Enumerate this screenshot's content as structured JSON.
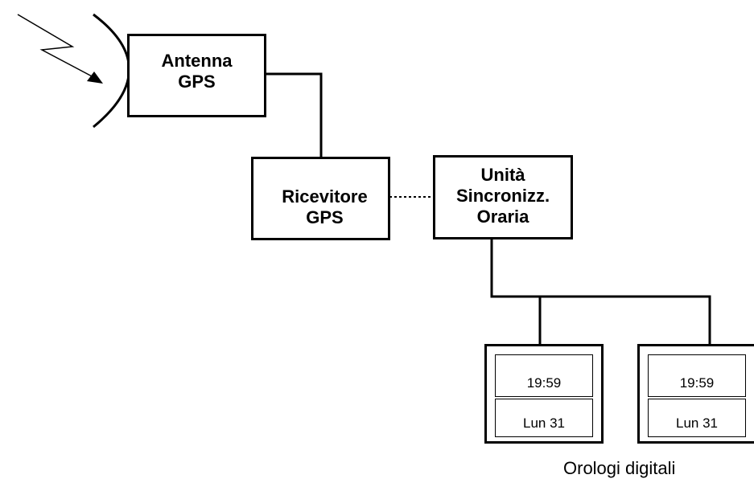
{
  "nodes": {
    "antenna": {
      "line1": "Antenna",
      "line2": "GPS"
    },
    "receiver": {
      "line1": "Ricevitore",
      "line2": "GPS"
    },
    "sync_unit": {
      "line1": "Unità",
      "line2": "Sincronizz.",
      "line3": "Oraria"
    }
  },
  "clocks": [
    {
      "time": "19:59",
      "date": "Lun 31"
    },
    {
      "time": "19:59",
      "date": "Lun 31"
    }
  ],
  "caption": "Orologi digitali",
  "colors": {
    "stroke": "#000000",
    "background": "#ffffff"
  }
}
